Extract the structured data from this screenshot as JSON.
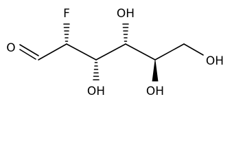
{
  "molecule": {
    "atoms": {
      "o1": "O",
      "f": "F",
      "oh3": "OH",
      "oh4": "OH",
      "oh5": "OH",
      "oh6": "OH"
    }
  }
}
